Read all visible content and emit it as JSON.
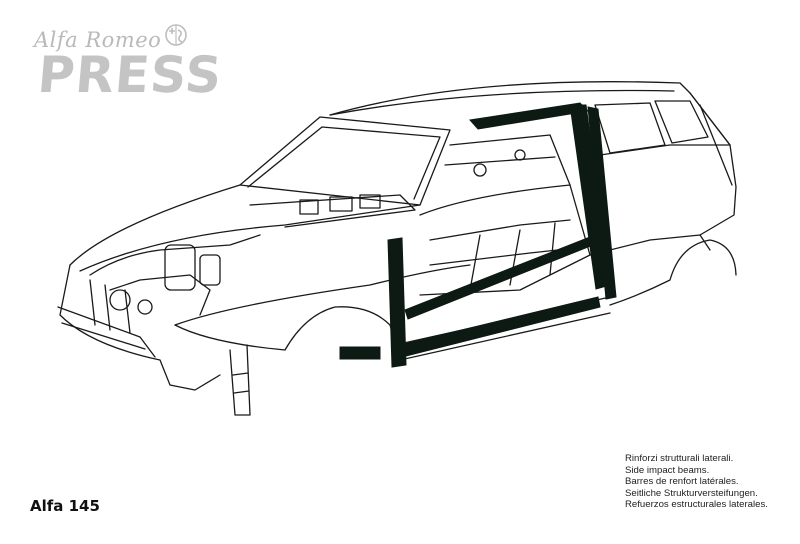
{
  "logo": {
    "brand_script": "Alfa Romeo",
    "press_text": "PRESS",
    "emblem_icon": "alfa-romeo-emblem-icon"
  },
  "illustration": {
    "icon": "car-body-cutaway-drawing"
  },
  "model_label": "Alfa 145",
  "caption": {
    "lines": [
      "Rinforzi strutturali laterali.",
      "Side impact beams.",
      "Barres de renfort latérales.",
      "Seitliche Strukturversteifungen.",
      "Refuerzos estructurales laterales."
    ]
  },
  "colors": {
    "logo_gray": "#c4c4c4",
    "line_art": "#1a1a1a",
    "highlight_beam": "#0d1a14",
    "background": "#ffffff"
  }
}
